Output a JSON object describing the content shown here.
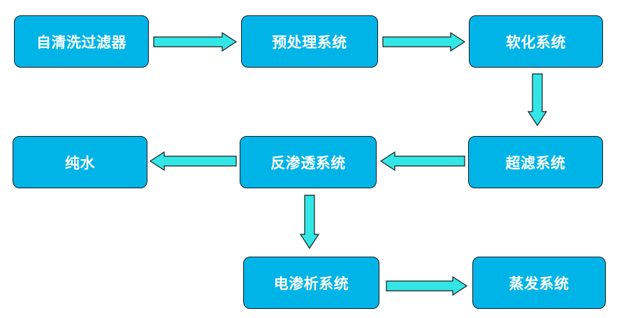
{
  "nodes": {
    "self_cleaning_filter": "自清洗过滤器",
    "pretreatment": "预处理系统",
    "softening": "软化系统",
    "ultrafiltration": "超滤系统",
    "reverse_osmosis": "反渗透系统",
    "pure_water": "纯水",
    "electrodialysis": "电渗析系统",
    "evaporation": "蒸发系统"
  },
  "colors": {
    "box_fill": "#00b4e8",
    "box_text": "#ffffff",
    "arrow_fill": "#33e6e6",
    "outline": "#1a1a1a"
  }
}
